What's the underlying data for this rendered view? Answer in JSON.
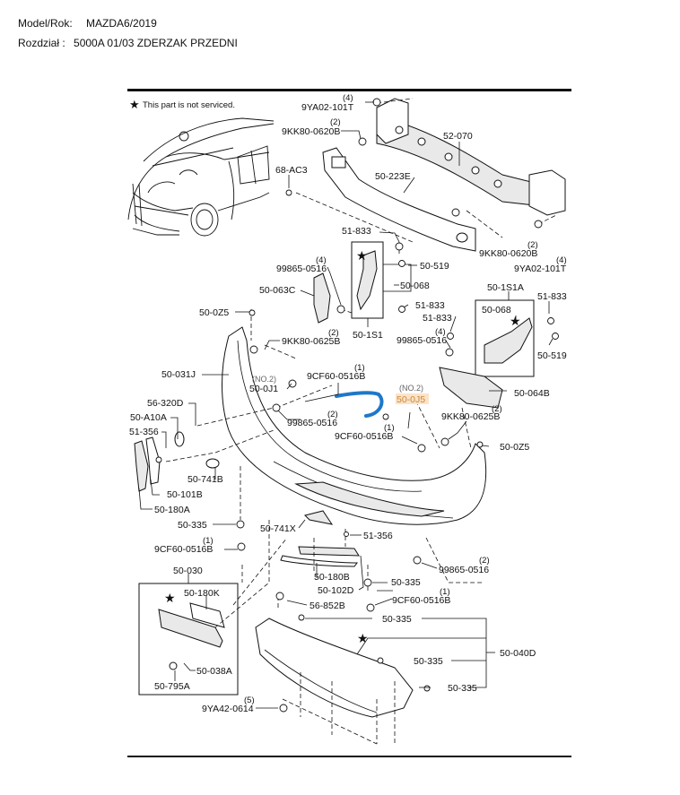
{
  "header": {
    "model_label": "Model/Rok:",
    "model_value": "MAZDA6/2019",
    "section_label": "Rozdział :",
    "section_value": "5000A 01/03 ZDERZAK PRZEDNI"
  },
  "diagram": {
    "legend": {
      "symbol": "★",
      "text": "This part is not serviced."
    },
    "highlight_color": "#c8893a",
    "annotation_color": "#1e78c8",
    "callouts": [
      {
        "id": "9YA02-101T-top",
        "label": "9YA02-101T",
        "qty": "(4)"
      },
      {
        "id": "9KK80-0620B-top",
        "label": "9KK80-0620B",
        "qty": "(2)"
      },
      {
        "id": "68-AC3",
        "label": "68-AC3"
      },
      {
        "id": "52-070",
        "label": "52-070"
      },
      {
        "id": "50-223E",
        "label": "50-223E"
      },
      {
        "id": "51-833-a",
        "label": "51-833"
      },
      {
        "id": "50-519-a",
        "label": "50-519"
      },
      {
        "id": "9KK80-0620B-right",
        "label": "9KK80-0620B",
        "qty": "(2)"
      },
      {
        "id": "9YA02-101T-right",
        "label": "9YA02-101T",
        "qty": "(4)"
      },
      {
        "id": "99865-0516-a",
        "label": "99865-0516",
        "qty": "(4)"
      },
      {
        "id": "50-063C",
        "label": "50-063C"
      },
      {
        "id": "50-068-a",
        "label": "50-068"
      },
      {
        "id": "51-833-b",
        "label": "51-833"
      },
      {
        "id": "50-0Z5-a",
        "label": "50-0Z5"
      },
      {
        "id": "50-1S1",
        "label": "50-1S1"
      },
      {
        "id": "9KK80-0625B-a",
        "label": "9KK80-0625B",
        "qty": "(2)"
      },
      {
        "id": "50-1S1A",
        "label": "50-1S1A"
      },
      {
        "id": "50-068-b",
        "label": "50-068"
      },
      {
        "id": "51-833-c",
        "label": "51-833"
      },
      {
        "id": "51-833-d",
        "label": "51-833"
      },
      {
        "id": "99865-0516-b",
        "label": "99865-0516",
        "qty": "(4)"
      },
      {
        "id": "50-519-b",
        "label": "50-519"
      },
      {
        "id": "50-031J",
        "label": "50-031J"
      },
      {
        "id": "50-0J1",
        "label": "50-0J1",
        "sub": "(NO.2)"
      },
      {
        "id": "9CF60-0516B-a",
        "label": "9CF60-0516B",
        "qty": "(1)"
      },
      {
        "id": "50-064B",
        "label": "50-064B"
      },
      {
        "id": "50-0J5",
        "label": "50-0J5",
        "sub": "(NO.2)",
        "highlighted": true
      },
      {
        "id": "56-320D",
        "label": "56-320D"
      },
      {
        "id": "50-A10A",
        "label": "50-A10A"
      },
      {
        "id": "99865-0516-c",
        "label": "99865-0516",
        "qty": "(2)"
      },
      {
        "id": "9KK80-0625B-b",
        "label": "9KK80-0625B",
        "qty": "(2)"
      },
      {
        "id": "9CF60-0516B-b",
        "label": "9CF60-0516B",
        "qty": "(1)"
      },
      {
        "id": "51-356-a",
        "label": "51-356"
      },
      {
        "id": "50-0Z5-b",
        "label": "50-0Z5"
      },
      {
        "id": "50-741B",
        "label": "50-741B"
      },
      {
        "id": "50-101B",
        "label": "50-101B"
      },
      {
        "id": "50-180A",
        "label": "50-180A"
      },
      {
        "id": "50-335-a",
        "label": "50-335"
      },
      {
        "id": "50-741X",
        "label": "50-741X"
      },
      {
        "id": "51-356-b",
        "label": "51-356"
      },
      {
        "id": "9CF60-0516B-c",
        "label": "9CF60-0516B",
        "qty": "(1)"
      },
      {
        "id": "99865-0516-d",
        "label": "99865-0516",
        "qty": "(2)"
      },
      {
        "id": "50-180B",
        "label": "50-180B"
      },
      {
        "id": "50-030",
        "label": "50-030"
      },
      {
        "id": "50-102D",
        "label": "50-102D"
      },
      {
        "id": "50-335-b",
        "label": "50-335"
      },
      {
        "id": "9CF60-0516B-d",
        "label": "9CF60-0516B",
        "qty": "(1)"
      },
      {
        "id": "50-180K",
        "label": "50-180K"
      },
      {
        "id": "56-852B",
        "label": "56-852B"
      },
      {
        "id": "50-335-c",
        "label": "50-335"
      },
      {
        "id": "50-040D",
        "label": "50-040D"
      },
      {
        "id": "50-335-d",
        "label": "50-335"
      },
      {
        "id": "50-038A",
        "label": "50-038A"
      },
      {
        "id": "50-795A",
        "label": "50-795A"
      },
      {
        "id": "50-335-e",
        "label": "50-335"
      },
      {
        "id": "9YA42-0614",
        "label": "9YA42-0614",
        "qty": "(5)"
      }
    ]
  }
}
